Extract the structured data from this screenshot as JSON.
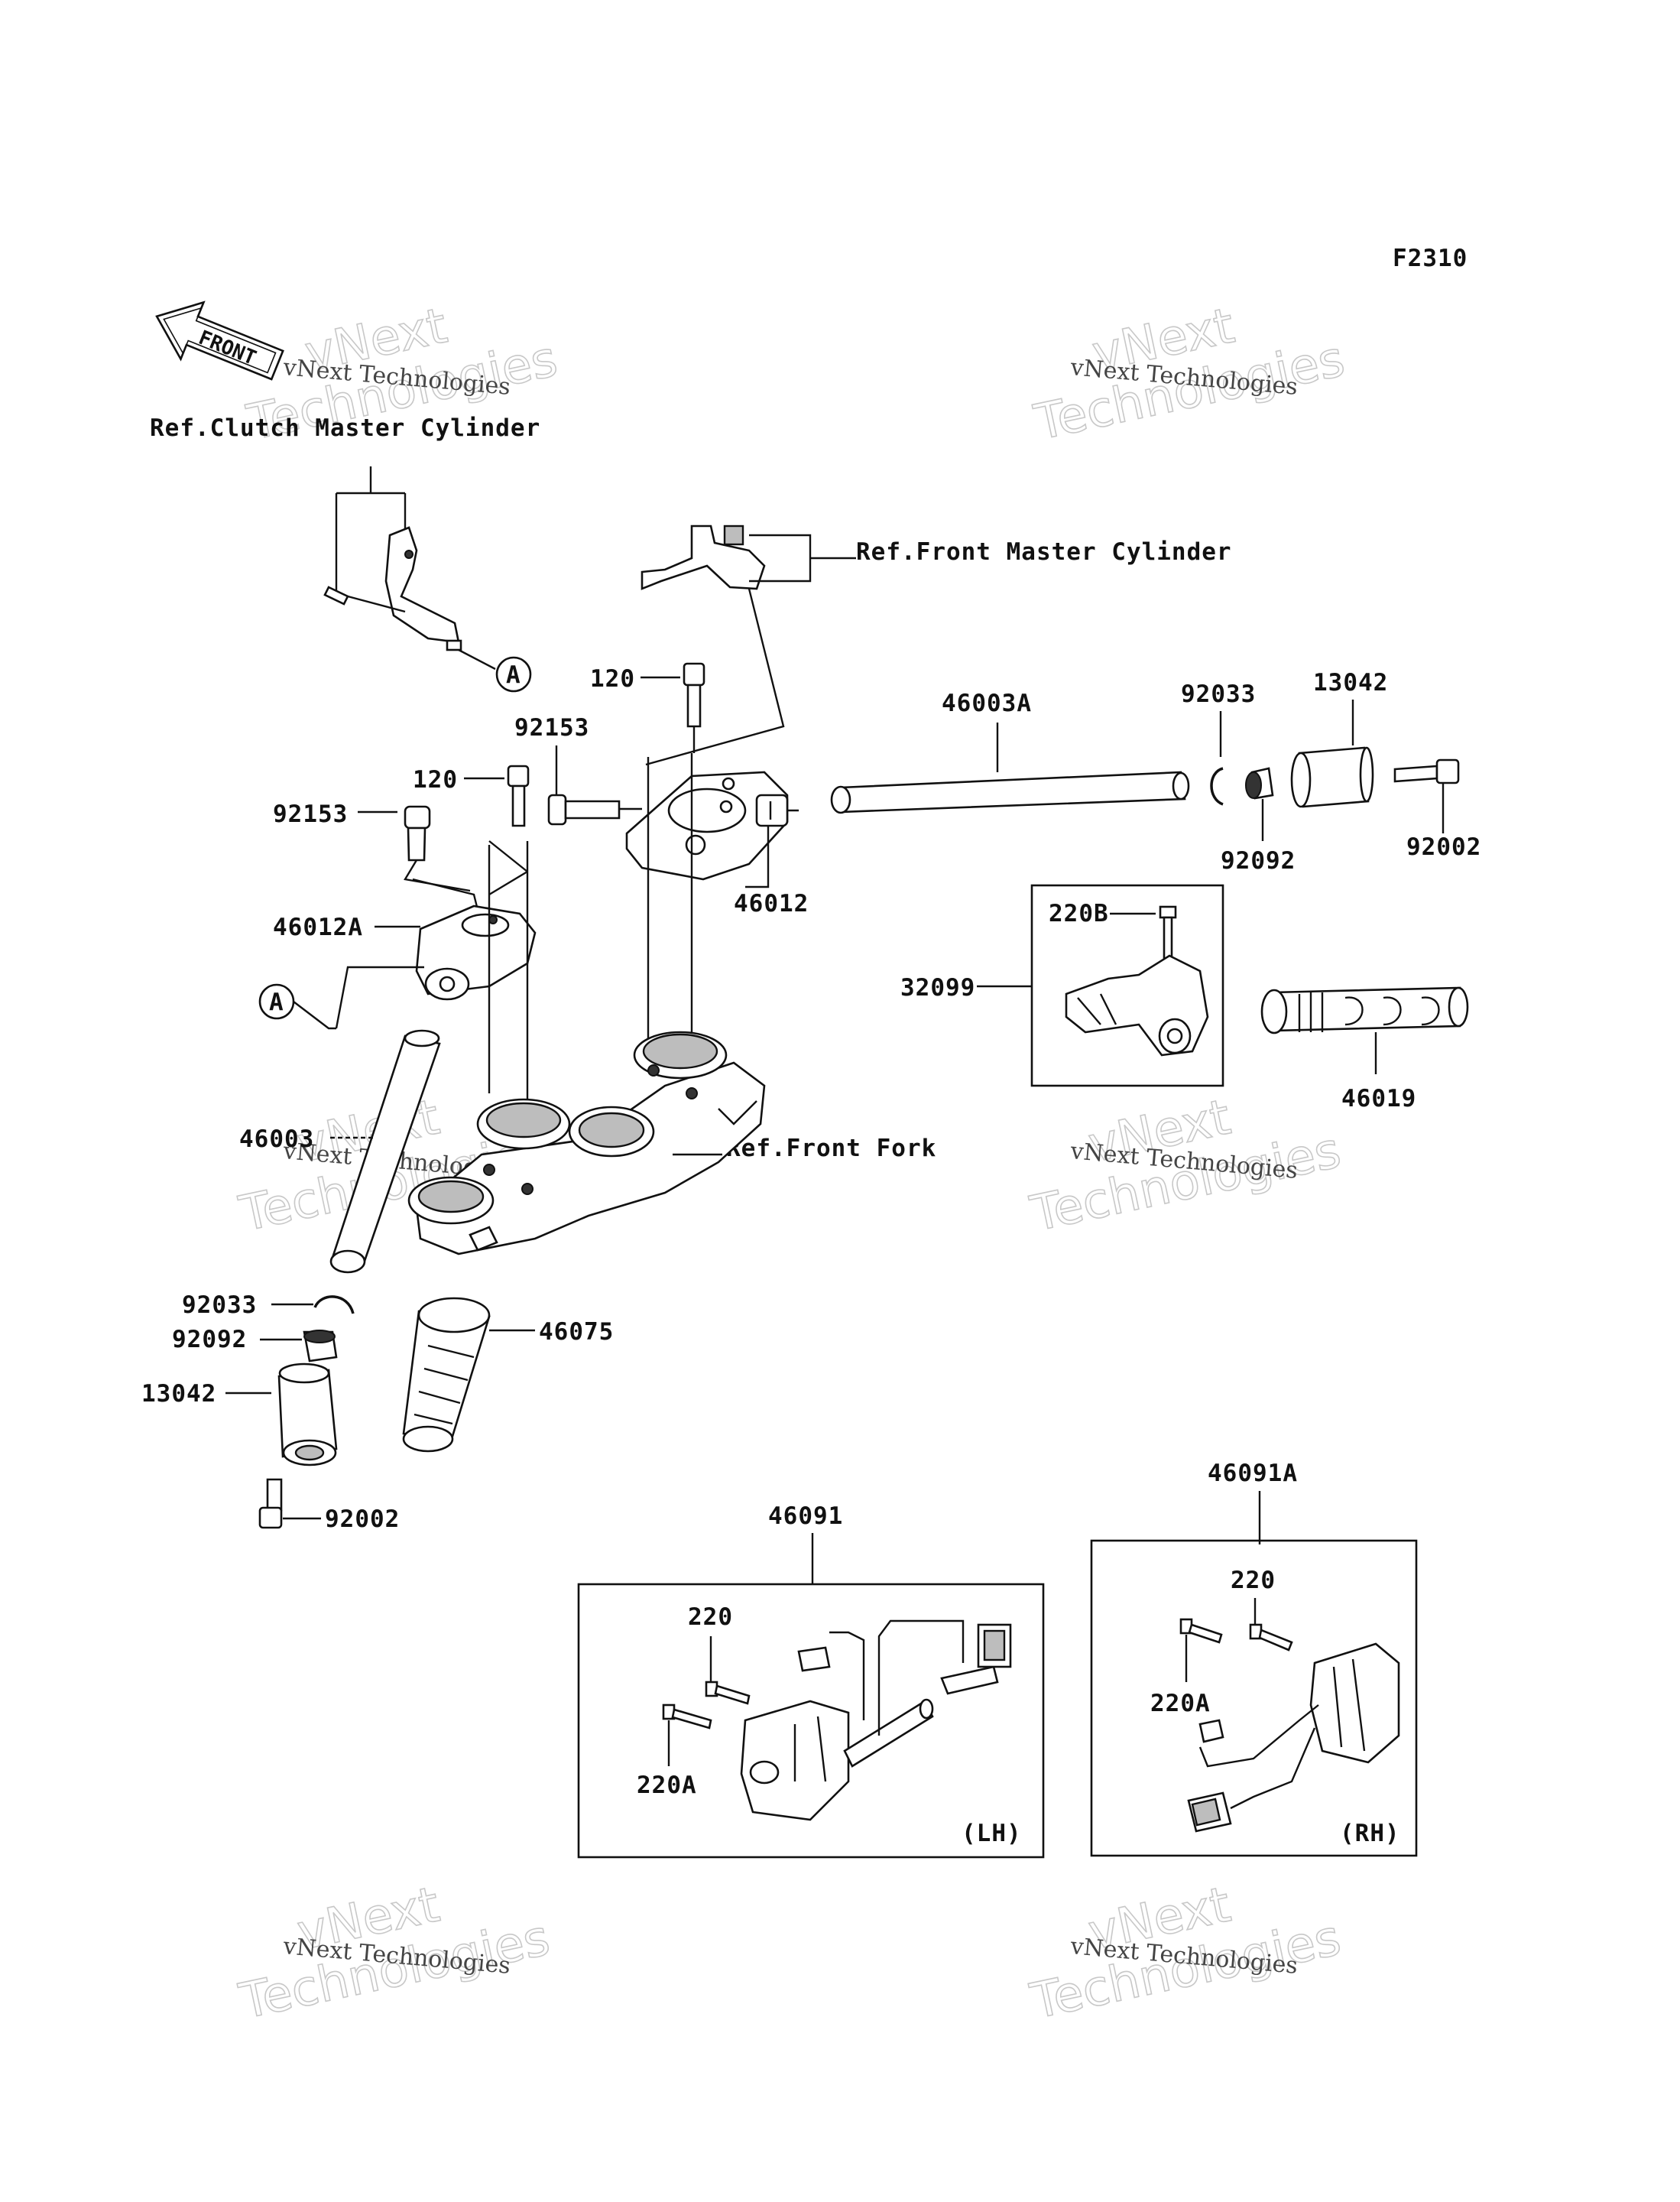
{
  "diagram": {
    "code": "F2310",
    "front_arrow": "FRONT",
    "refs": {
      "clutch_master": "Ref.Clutch Master Cylinder",
      "front_master": "Ref.Front Master Cylinder",
      "front_fork": "Ref.Front Fork"
    },
    "circle_label": "A",
    "parts": {
      "p120a": "120",
      "p120b": "120",
      "p92153a": "92153",
      "p92153b": "92153",
      "p46012A": "46012A",
      "p46012": "46012",
      "p46003A": "46003A",
      "p46003": "46003",
      "p92033a": "92033",
      "p92033b": "92033",
      "p13042a": "13042",
      "p13042b": "13042",
      "p92092a": "92092",
      "p92092b": "92092",
      "p92002a": "92002",
      "p92002b": "92002",
      "p220B": "220B",
      "p32099": "32099",
      "p46019": "46019",
      "p46075": "46075",
      "p46091": "46091",
      "p46091A": "46091A",
      "p220a": "220",
      "p220b": "220",
      "p220Aa": "220A",
      "p220Ab": "220A",
      "lh": "(LH)",
      "rh": "(RH)"
    },
    "watermark": {
      "line1": "vNext Technologies",
      "line2": "Technologies",
      "line3": "vNext"
    }
  }
}
